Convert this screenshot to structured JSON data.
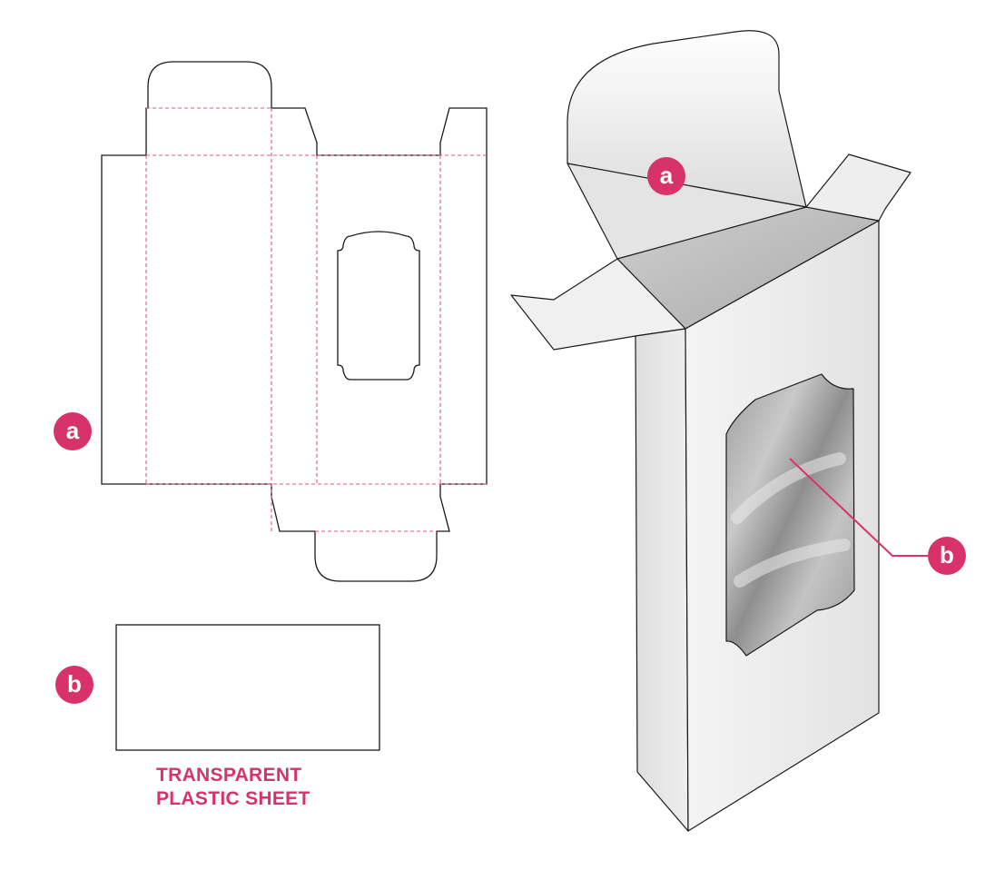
{
  "labels": {
    "a": "a",
    "b": "b"
  },
  "caption": {
    "line1": "TRANSPARENT",
    "line2": "PLASTIC SHEET"
  },
  "colors": {
    "accent": "#d8326b",
    "cut_line": "#1a1a1a",
    "fold_line": "#e05a7a"
  }
}
